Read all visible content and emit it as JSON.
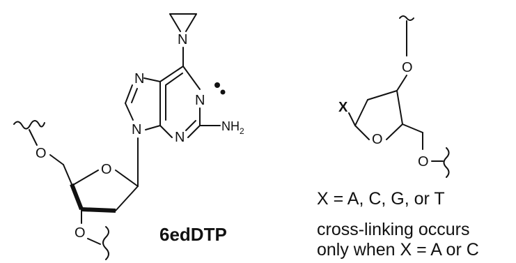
{
  "left_structure": {
    "compound_label": "6edDTP",
    "aziridine_n": "N",
    "purine_n7": "N",
    "purine_n1": "N",
    "purine_n9": "N",
    "purine_n3": "N",
    "amine": "NH",
    "amine_subscript": "2",
    "sugar_ring_o": "O",
    "sugar_5prime_o": "O",
    "sugar_3prime_o": "O"
  },
  "right_structure": {
    "substituent": "X",
    "ring_o": "O",
    "top_o": "O",
    "bottom_o": "O"
  },
  "notes": {
    "x_definition": "X = A, C, G, or T",
    "crosslink_line1": "cross-linking occurs",
    "crosslink_line2": "only when X = A or C"
  }
}
